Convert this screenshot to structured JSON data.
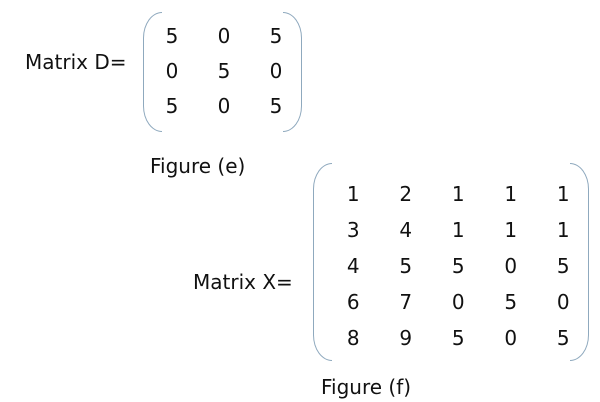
{
  "colors": {
    "background": "#ffffff",
    "text": "#111111",
    "bracket": "#8fa9be"
  },
  "matrix_d": {
    "label": "Matrix D=",
    "caption": "Figure (e)",
    "rows": 3,
    "cols": 3,
    "values": [
      [
        5,
        0,
        5
      ],
      [
        0,
        5,
        0
      ],
      [
        5,
        0,
        5
      ]
    ]
  },
  "matrix_x": {
    "label": "Matrix X=",
    "caption": "Figure (f)",
    "rows": 5,
    "cols": 5,
    "values": [
      [
        1,
        2,
        1,
        1,
        1
      ],
      [
        3,
        4,
        1,
        1,
        1
      ],
      [
        4,
        5,
        5,
        0,
        5
      ],
      [
        6,
        7,
        0,
        5,
        0
      ],
      [
        8,
        9,
        5,
        0,
        5
      ]
    ]
  }
}
